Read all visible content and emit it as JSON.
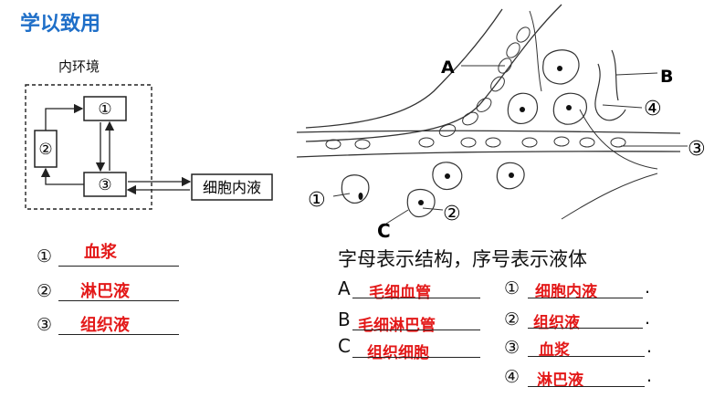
{
  "title": "学以致用",
  "concept_diagram": {
    "box_label": "内环境",
    "node1": "①",
    "node2": "②",
    "node3": "③",
    "external": "细胞内液"
  },
  "tissue_diagram": {
    "label_A": "A",
    "label_B": "B",
    "label_C": "C",
    "n1": "①",
    "n2": "②",
    "n3": "③",
    "n4": "④"
  },
  "left_answers": [
    {
      "num": "①",
      "answer": "血浆"
    },
    {
      "num": "②",
      "answer": "淋巴液"
    },
    {
      "num": "③",
      "answer": "组织液"
    }
  ],
  "instruction": "字母表示结构，序号表示液体",
  "letter_answers": [
    {
      "letter": "A",
      "answer": "毛细血管"
    },
    {
      "letter": "B",
      "answer": "毛细淋巴管"
    },
    {
      "letter": "C",
      "answer": "组织细胞"
    }
  ],
  "number_answers": [
    {
      "num": "①",
      "answer": "细胞内液",
      "end": "."
    },
    {
      "num": "②",
      "answer": "组织液",
      "end": "."
    },
    {
      "num": "③",
      "answer": "血浆",
      "end": "."
    },
    {
      "num": "④",
      "answer": "淋巴液",
      "end": "."
    }
  ]
}
